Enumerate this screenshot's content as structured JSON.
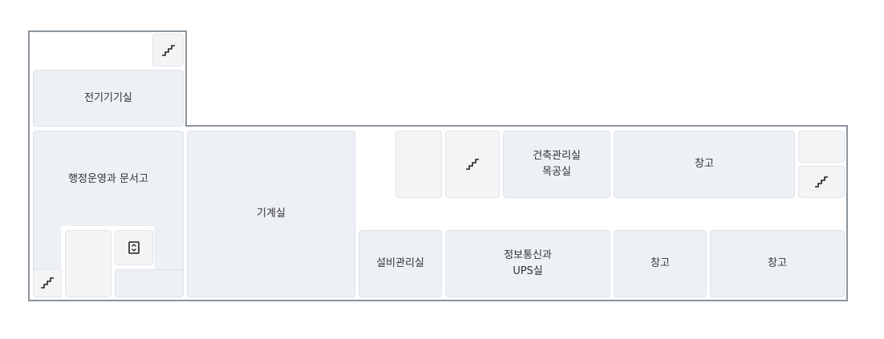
{
  "floor_plan": {
    "outline_color": "#8b949c",
    "room_fill": "#edf0f5",
    "utility_fill": "#f3f4f6",
    "rooms": [
      {
        "id": "stairs-top-left",
        "type": "stairs",
        "icon": "stairs-icon",
        "label": ""
      },
      {
        "id": "electrical-room",
        "type": "room",
        "label": "전기기기실"
      },
      {
        "id": "admin-archive",
        "type": "room",
        "label": "행정운영과 문서고"
      },
      {
        "id": "stairs-bottom-left",
        "type": "stairs",
        "icon": "stairs-icon",
        "label": ""
      },
      {
        "id": "blank-left",
        "type": "utility",
        "label": ""
      },
      {
        "id": "elevator",
        "type": "elevator",
        "icon": "elevator-icon",
        "label": ""
      },
      {
        "id": "machine-room",
        "type": "room",
        "label": "기계실"
      },
      {
        "id": "blank-mid",
        "type": "utility",
        "label": ""
      },
      {
        "id": "stairs-mid",
        "type": "stairs",
        "icon": "stairs-icon",
        "label": ""
      },
      {
        "id": "building-mgmt",
        "type": "room",
        "label": "건축관리실\n목공실"
      },
      {
        "id": "storage-top",
        "type": "room",
        "label": "창고"
      },
      {
        "id": "blank-right",
        "type": "utility",
        "label": ""
      },
      {
        "id": "stairs-right",
        "type": "stairs",
        "icon": "stairs-icon",
        "label": ""
      },
      {
        "id": "facility-mgmt",
        "type": "room",
        "label": "설비관리실"
      },
      {
        "id": "ict-ups",
        "type": "room",
        "label": "정보통신과\nUPS실"
      },
      {
        "id": "storage-bottom-1",
        "type": "room",
        "label": "창고"
      },
      {
        "id": "storage-bottom-2",
        "type": "room",
        "label": "창고"
      }
    ]
  }
}
